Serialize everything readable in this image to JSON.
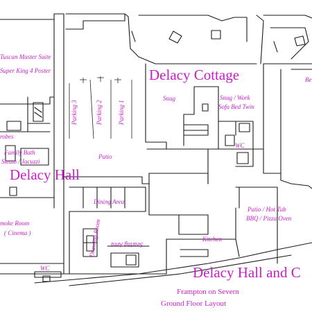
{
  "labels": {
    "tuscan_master_suite": "Tuscan Master Suite",
    "super_king_poster": "Super King 4 Poster",
    "robes": "robes",
    "family_bath": "Family Bath",
    "steam_jacuzzi": "Steam / Jacuzzi",
    "delacy_hall": "Delacy Hall",
    "smoke_room": "moke Room",
    "cinema": "( Cinema )",
    "wc_left": "WC",
    "parking_3": "Parking 3",
    "parking_2": "Parking 2",
    "parking_1": "Parking 1",
    "patio": "Patio",
    "dining_area": "Dining Area",
    "drawing_room": "Drawing Room",
    "seating_area": "Seating Area",
    "kitchen": "Kitchen",
    "delacy_cottage": "Delacy Cottage",
    "snug_left": "Snug",
    "snug_work": "Snug / Work",
    "sofa_bed_twin": "Sofa Bed Twin",
    "wc_right": "WC",
    "patio_hot_tub": "Patio / Hot Tub",
    "bbq_pizza_oven": "BBQ / Pizza Oven",
    "right_edge": "Be",
    "main_title": "Delacy Hall and C",
    "location": "Frampton on Severn",
    "layout": "Ground Floor Layout"
  },
  "colors": {
    "label": "#c81ec8",
    "ink": "#1a1a1a",
    "background": "#ffffff"
  }
}
